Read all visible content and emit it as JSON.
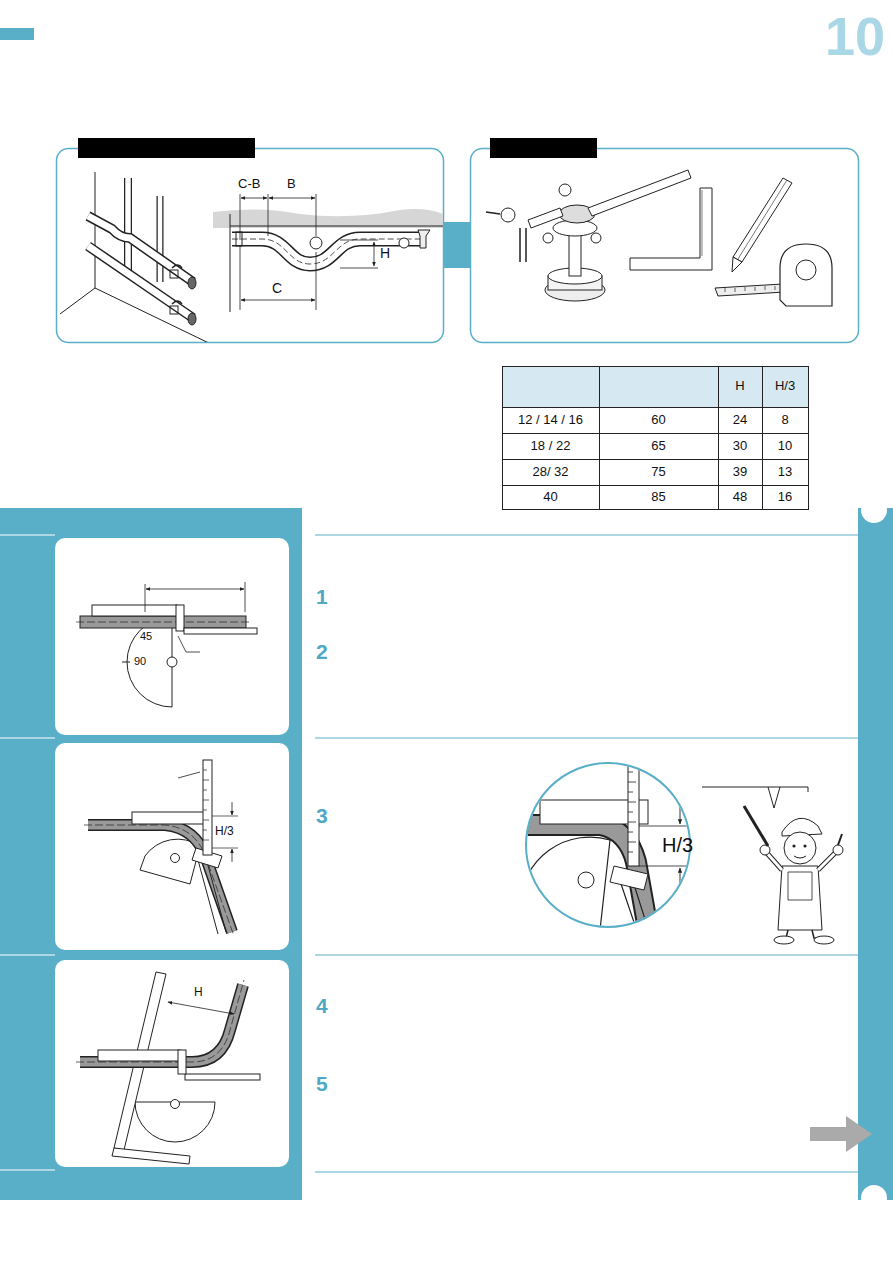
{
  "diagram": {
    "labels": [
      "10",
      "C-B",
      "B",
      "H",
      "C",
      "H",
      "H/3",
      "12 / 14 / 16",
      "60",
      "24",
      "8",
      "18 / 22",
      "65",
      "30",
      "10",
      "28/ 32",
      "75",
      "39",
      "13",
      "40",
      "85",
      "48",
      "16",
      "1",
      "45",
      "90",
      "2",
      "H/3",
      "3",
      "H/3",
      "H",
      "4",
      "5"
    ]
  }
}
